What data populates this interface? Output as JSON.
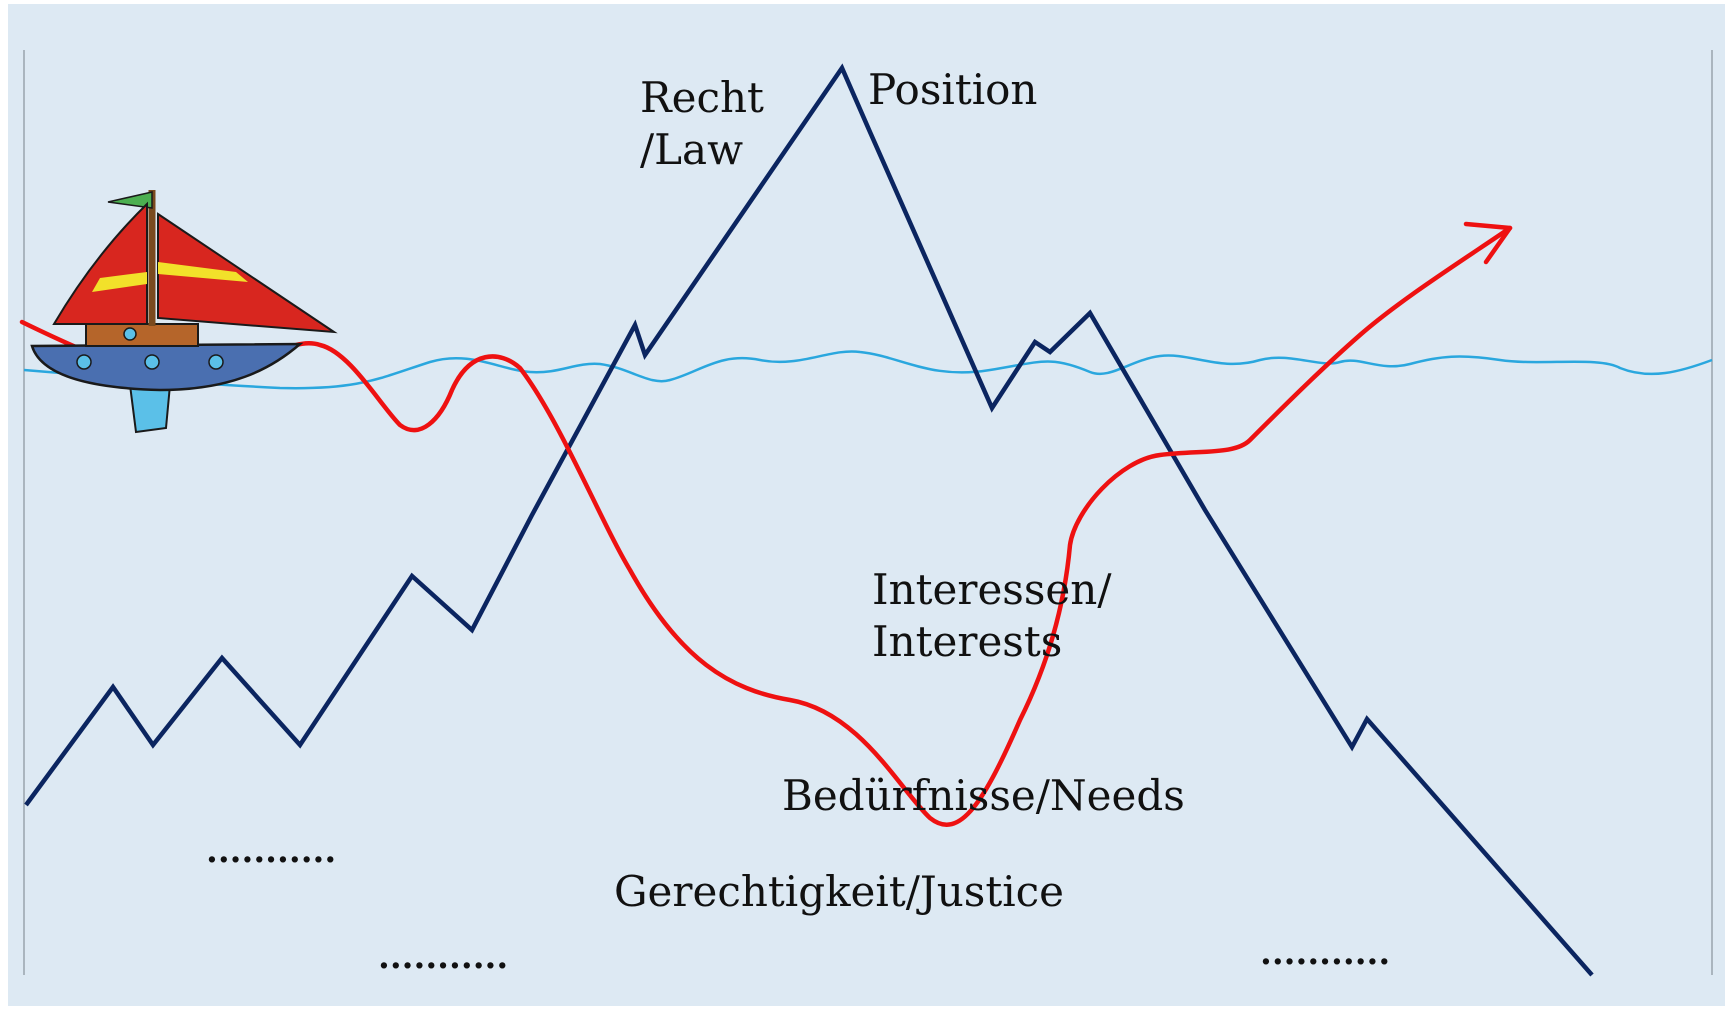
{
  "labels": {
    "law": [
      "Recht",
      "/Law"
    ],
    "position": "Position",
    "interests": [
      "Interessen/",
      "Interests"
    ],
    "needs": "Bedürfnisse/Needs",
    "justice": "Gerechtigkeit/Justice",
    "dots_1": "...........",
    "dots_2": "...........",
    "dots_3": "..........."
  },
  "colors": {
    "background": "#dde9f3",
    "mountain": "#0b2560",
    "path": "#ee1111",
    "water": "#2aa7de",
    "boat_hull": "#4a6fb0",
    "boat_deck": "#b5652a",
    "sail": "#d8261f",
    "sail_stripe": "#f2e12a",
    "keel": "#5bc0e8",
    "flag": "#4caf50"
  },
  "icons": {
    "boat": "sailboat-icon",
    "arrow": "arrow-head-icon"
  }
}
